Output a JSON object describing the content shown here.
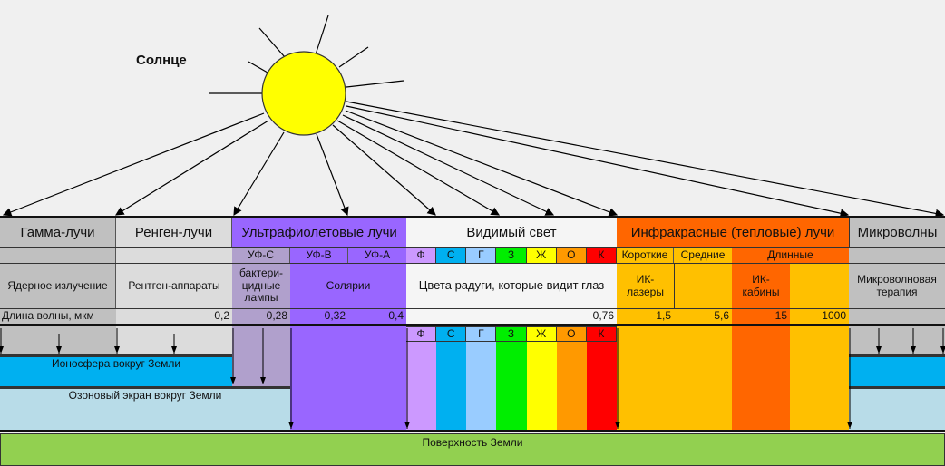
{
  "sun_label": "Солнце",
  "bands": {
    "gamma": "Гамма-лучи",
    "xray": "Ренген-лучи",
    "uv": "Ультрафиолетовые лучи",
    "visible": "Видимый свет",
    "ir": "Инфракрасные (тепловые) лучи",
    "micro": "Микроволны"
  },
  "subbands": {
    "uvc": "УФ-С",
    "uvb": "УФ-В",
    "uva": "УФ-А",
    "ir_short": "Короткие",
    "ir_mid": "Средние",
    "ir_long": "Длинные"
  },
  "colors": [
    {
      "letter": "Ф",
      "hex": "#cc99ff"
    },
    {
      "letter": "С",
      "hex": "#00b0f0"
    },
    {
      "letter": "Г",
      "hex": "#99ccff"
    },
    {
      "letter": "З",
      "hex": "#00ee00"
    },
    {
      "letter": "Ж",
      "hex": "#ffff00"
    },
    {
      "letter": "О",
      "hex": "#ff9900"
    },
    {
      "letter": "К",
      "hex": "#ff0000"
    }
  ],
  "uses": {
    "gamma": "Ядерное излучение",
    "xray": "Рентген-аппараты",
    "uvc": "бактери-цидные лампы",
    "uvba": "Солярии",
    "visible": "Цвета радуги, которые видит глаз",
    "ir_laser": "ИК-лазеры",
    "ir_cabin": "ИК-кабины",
    "micro": "Микроволновая терапия"
  },
  "wavelength": {
    "label": "Длина волны, мкм",
    "values": [
      "0,2",
      "0,28",
      "0,32",
      "0,4",
      "0,76",
      "1,5",
      "5,6",
      "15",
      "1000"
    ]
  },
  "layers": {
    "ionosphere": "Ионосфера вокруг Земли",
    "ozone": "Озоновый экран вокруг Земли",
    "surface": "Поверхность Земли"
  }
}
